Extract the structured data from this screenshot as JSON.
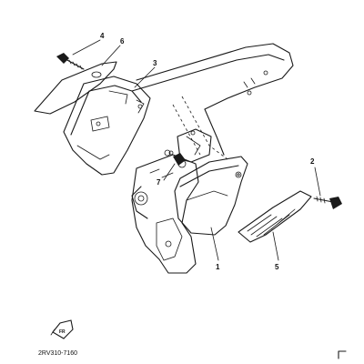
{
  "callouts": {
    "c1": "1",
    "c2": "2",
    "c3": "3",
    "c4": "4",
    "c5": "5",
    "c6": "6",
    "c7": "7"
  },
  "fr_label": "FR",
  "part_code": "2RV310-7160",
  "colors": {
    "ink": "#1a1a1a",
    "paper": "#ffffff"
  }
}
